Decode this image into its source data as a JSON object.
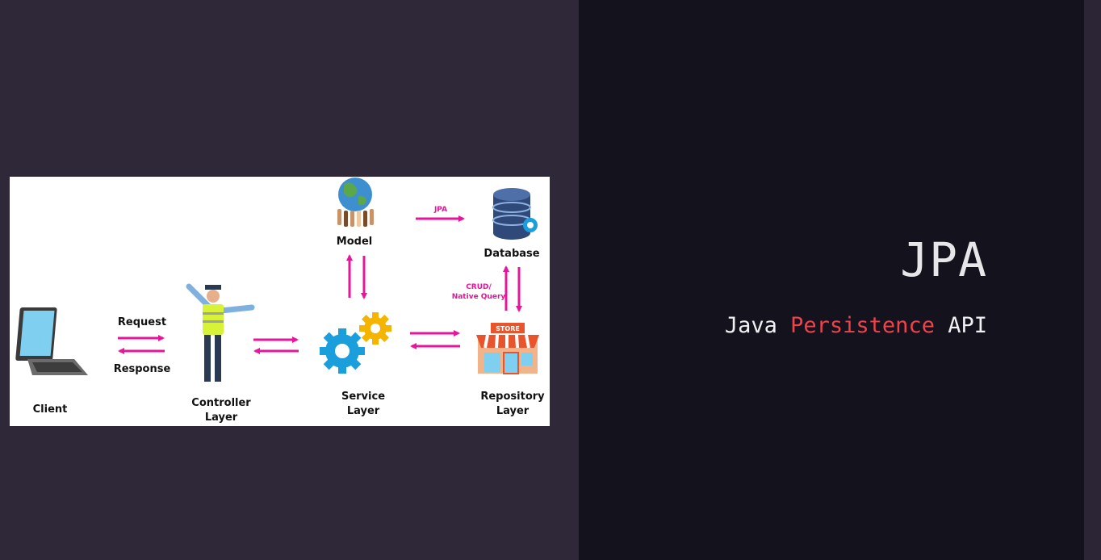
{
  "diagram": {
    "labels": {
      "model": "Model",
      "database": "Database",
      "jpa_arrow": "JPA",
      "crud_line1": "CRUD/",
      "crud_line2": "Native Query",
      "request": "Request",
      "response": "Response",
      "client": "Client",
      "controller_line1": "Controller",
      "controller_line2": "Layer",
      "service_line1": "Service",
      "service_line2": "Layer",
      "repository_line1": "Repository",
      "repository_line2": "Layer",
      "store_sign": "STORE"
    },
    "colors": {
      "arrow": "#e8149b",
      "gear_blue": "#1a9fdc",
      "gear_yellow": "#f5b400",
      "awning": "#e8542b"
    }
  },
  "title": {
    "main": "JPA",
    "word1": "Java",
    "word2": "Persistence",
    "word3": "API",
    "accent_color": "#f0424a"
  }
}
